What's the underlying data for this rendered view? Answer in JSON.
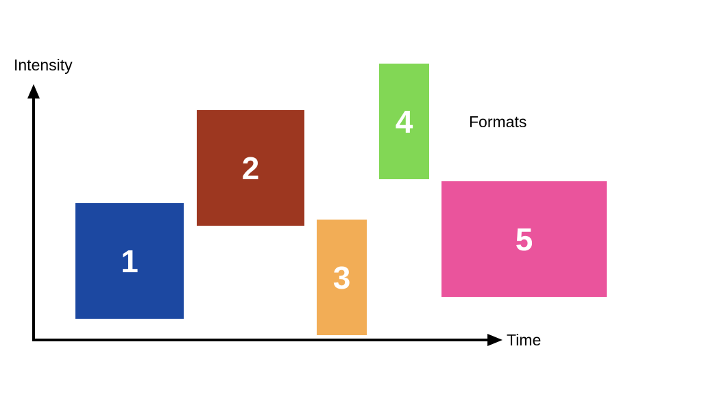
{
  "axes": {
    "y_label": "Intensity",
    "x_label": "Time"
  },
  "legend": {
    "title": "Formats"
  },
  "blocks": [
    {
      "label": "1",
      "color": "#1c48a1"
    },
    {
      "label": "2",
      "color": "#9d3720"
    },
    {
      "label": "3",
      "color": "#f2ad56"
    },
    {
      "label": "4",
      "color": "#82d755"
    },
    {
      "label": "5",
      "color": "#ea549c"
    }
  ],
  "colors": {
    "axis": "#000000",
    "text": "#000000",
    "block_text": "#ffffff"
  }
}
